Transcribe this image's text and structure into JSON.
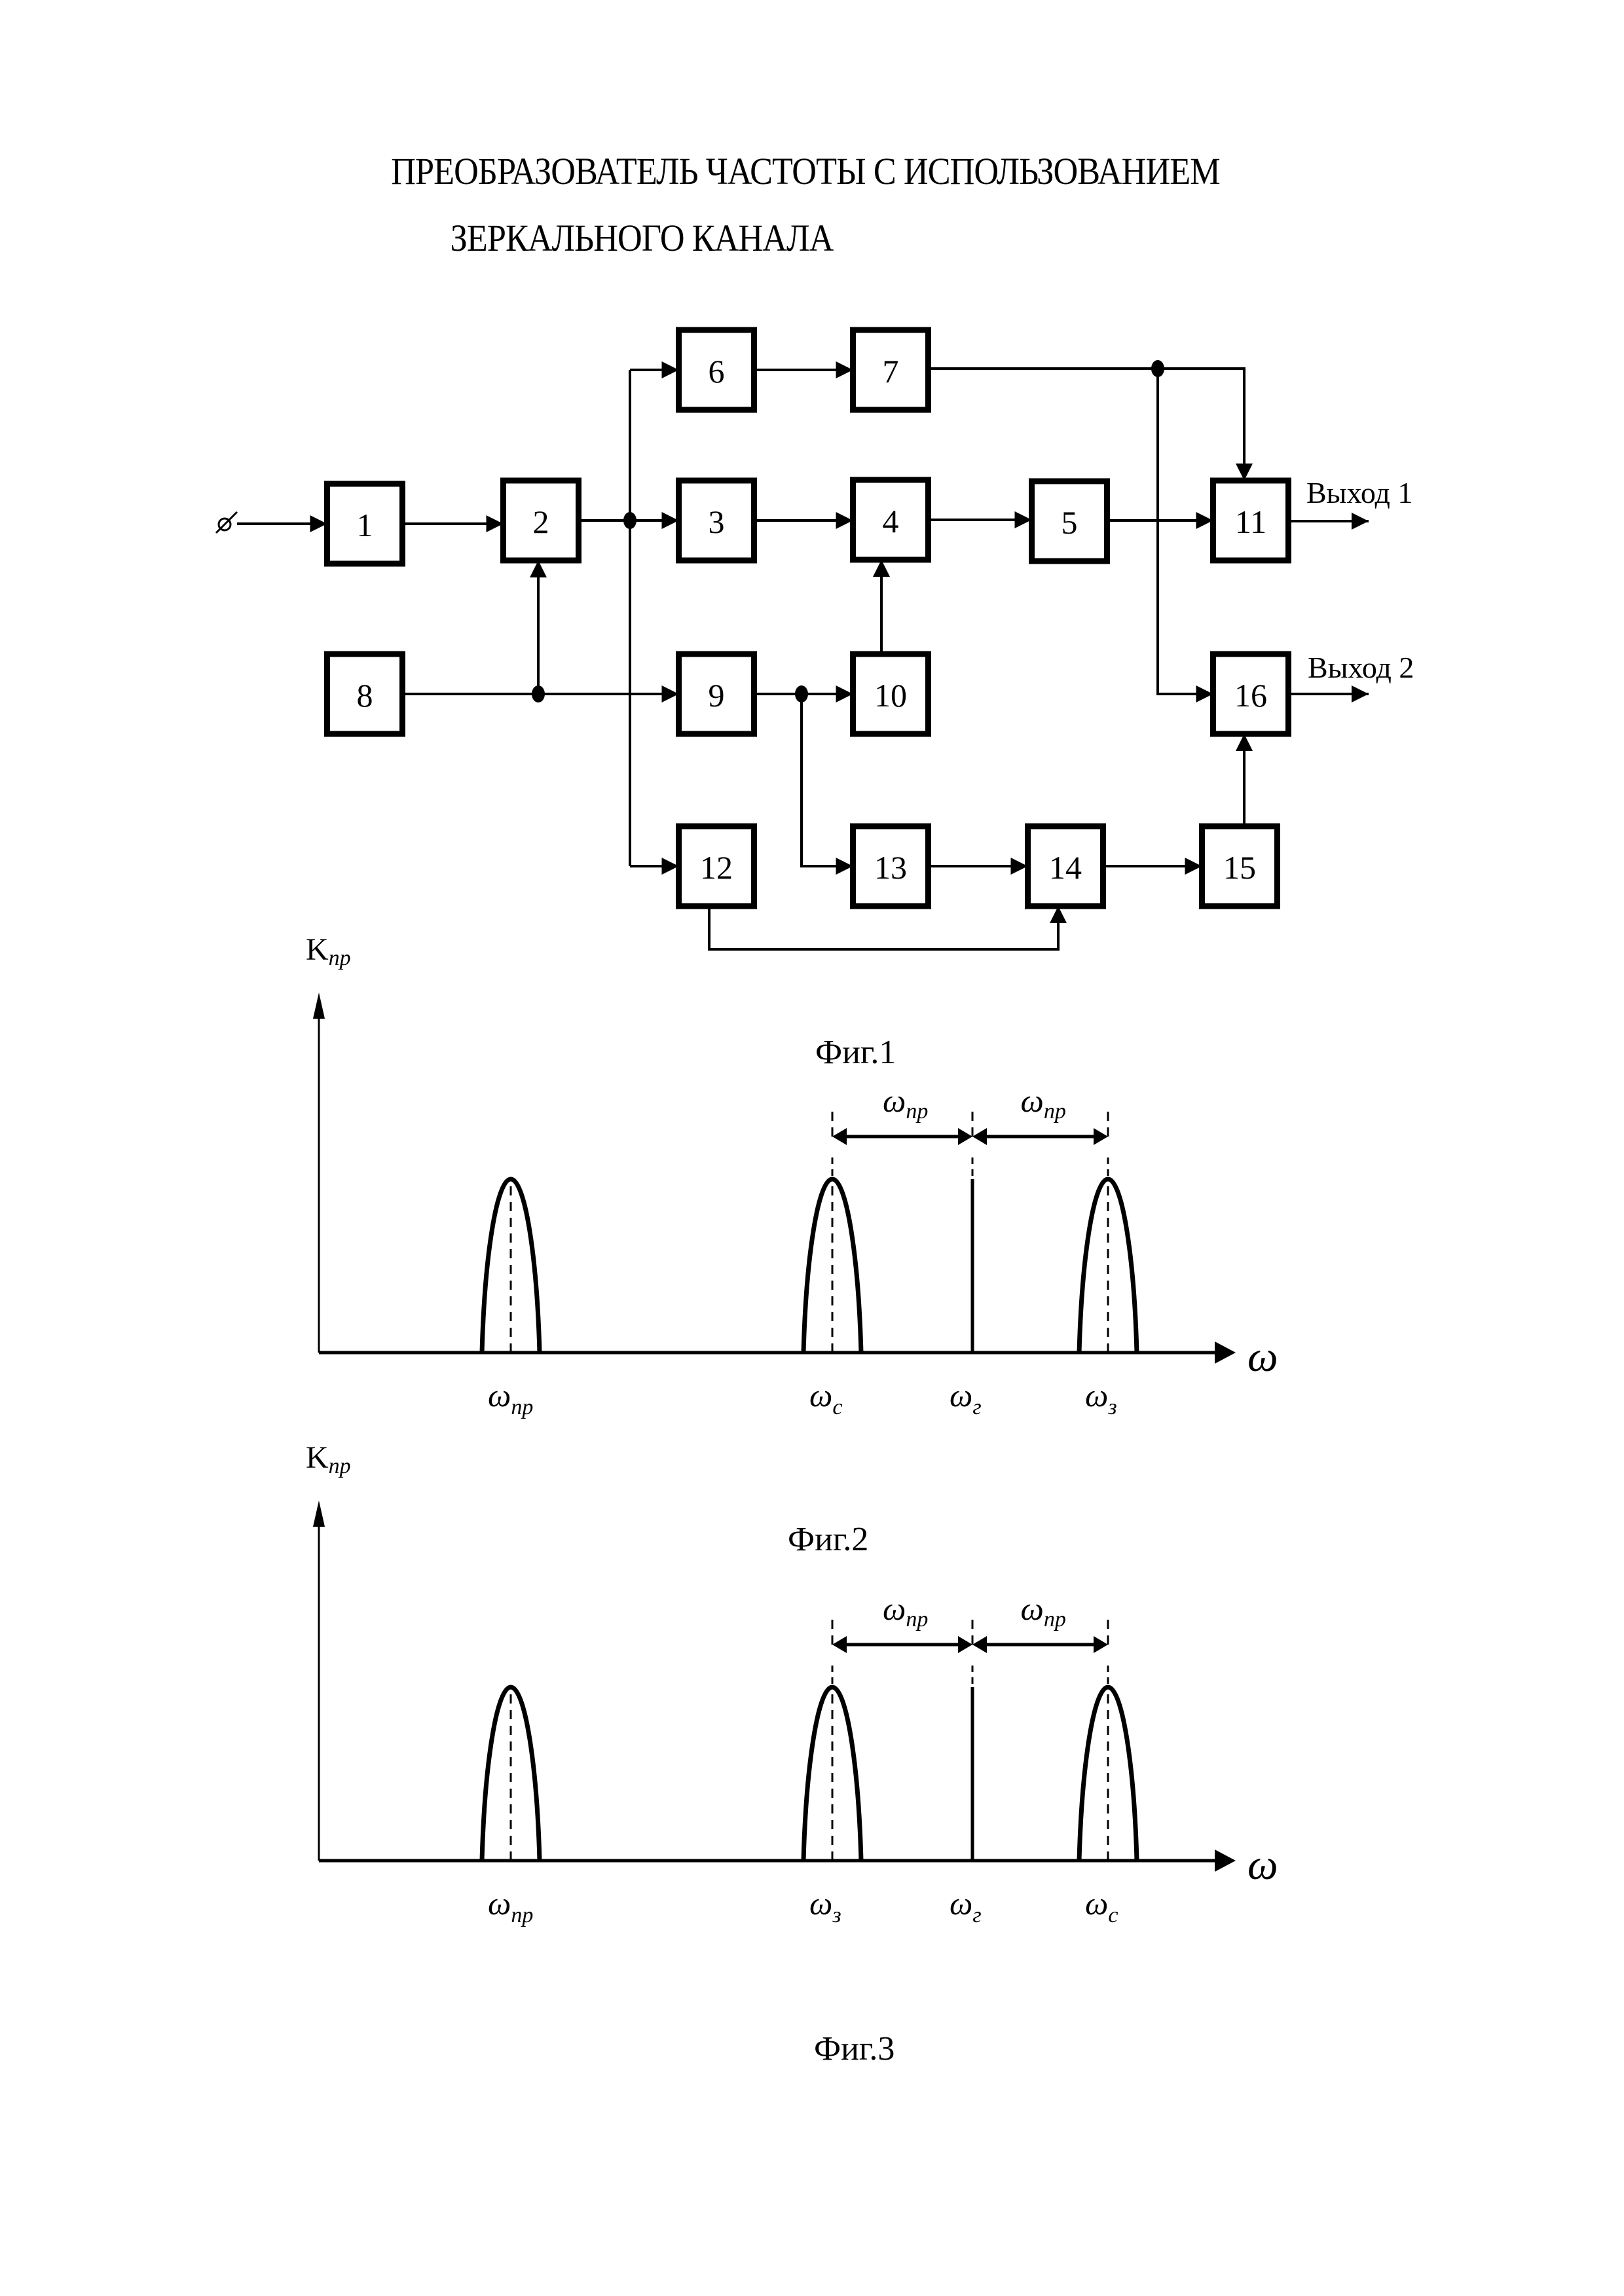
{
  "document": {
    "title_line1": "ПРЕОБРАЗОВАТЕЛЬ ЧАСТОТЫ С ИСПОЛЬЗОВАНИЕМ",
    "title_line2": "ЗЕРКАЛЬНОГО КАНАЛА"
  },
  "fig1": {
    "caption": "Фиг.1",
    "input_symbol": "⌀",
    "blocks": [
      "1",
      "2",
      "3",
      "4",
      "5",
      "6",
      "7",
      "8",
      "9",
      "10",
      "11",
      "12",
      "13",
      "14",
      "15",
      "16"
    ],
    "outputs": [
      "Выход 1",
      "Выход 2"
    ],
    "connections": [
      {
        "from": "input",
        "to": "1"
      },
      {
        "from": "1",
        "to": "2"
      },
      {
        "from": "8",
        "to": "2"
      },
      {
        "from": "8",
        "to": "9"
      },
      {
        "from": "2",
        "to": "3"
      },
      {
        "from": "2",
        "to": "6"
      },
      {
        "from": "2",
        "to": "12"
      },
      {
        "from": "6",
        "to": "7"
      },
      {
        "from": "3",
        "to": "4"
      },
      {
        "from": "10",
        "to": "4"
      },
      {
        "from": "4",
        "to": "5"
      },
      {
        "from": "5",
        "to": "11"
      },
      {
        "from": "7",
        "to": "11"
      },
      {
        "from": "7",
        "to": "16"
      },
      {
        "from": "9",
        "to": "10"
      },
      {
        "from": "9",
        "to": "13"
      },
      {
        "from": "13",
        "to": "14"
      },
      {
        "from": "12",
        "to": "14"
      },
      {
        "from": "14",
        "to": "15"
      },
      {
        "from": "15",
        "to": "16"
      },
      {
        "from": "11",
        "to": "Выход 1"
      },
      {
        "from": "16",
        "to": "Выход 2"
      }
    ]
  },
  "fig2": {
    "caption": "Фиг.2",
    "y_axis_label": {
      "main": "K",
      "sub": "пр"
    },
    "x_axis_label": "ω",
    "span_labels": [
      {
        "main": "ω",
        "sub": "пр"
      },
      {
        "main": "ω",
        "sub": "пр"
      }
    ],
    "tick_labels": [
      {
        "main": "ω",
        "sub": "пр"
      },
      {
        "main": "ω",
        "sub": "с"
      },
      {
        "main": "ω",
        "sub": "г"
      },
      {
        "main": "ω",
        "sub": "з"
      }
    ]
  },
  "fig3": {
    "caption": "Фиг.3",
    "y_axis_label": {
      "main": "K",
      "sub": "пр"
    },
    "x_axis_label": "ω",
    "span_labels": [
      {
        "main": "ω",
        "sub": "пр"
      },
      {
        "main": "ω",
        "sub": "пр"
      }
    ],
    "tick_labels": [
      {
        "main": "ω",
        "sub": "пр"
      },
      {
        "main": "ω",
        "sub": "з"
      },
      {
        "main": "ω",
        "sub": "г"
      },
      {
        "main": "ω",
        "sub": "с"
      }
    ]
  },
  "chart_data": [
    {
      "type": "line",
      "title": "Фиг.2",
      "xlabel": "ω",
      "ylabel": "Kпр",
      "grid": false,
      "peaks": [
        {
          "label": "ωпр",
          "position": 1.0,
          "height": 1.0
        },
        {
          "label": "ωс",
          "position": 3.0,
          "height": 1.0
        },
        {
          "label": "ωз",
          "position": 5.0,
          "height": 1.0
        }
      ],
      "lines": [
        {
          "label": "ωг",
          "position": 4.0
        }
      ],
      "spans": [
        {
          "from": "ωс",
          "to": "ωг",
          "label": "ωпр"
        },
        {
          "from": "ωг",
          "to": "ωз",
          "label": "ωпр"
        }
      ]
    },
    {
      "type": "line",
      "title": "Фиг.3",
      "xlabel": "ω",
      "ylabel": "Kпр",
      "grid": false,
      "peaks": [
        {
          "label": "ωпр",
          "position": 1.0,
          "height": 1.0
        },
        {
          "label": "ωз",
          "position": 3.0,
          "height": 1.0
        },
        {
          "label": "ωс",
          "position": 5.0,
          "height": 1.0
        }
      ],
      "lines": [
        {
          "label": "ωг",
          "position": 4.0
        }
      ],
      "spans": [
        {
          "from": "ωз",
          "to": "ωг",
          "label": "ωпр"
        },
        {
          "from": "ωг",
          "to": "ωс",
          "label": "ωпр"
        }
      ]
    }
  ]
}
